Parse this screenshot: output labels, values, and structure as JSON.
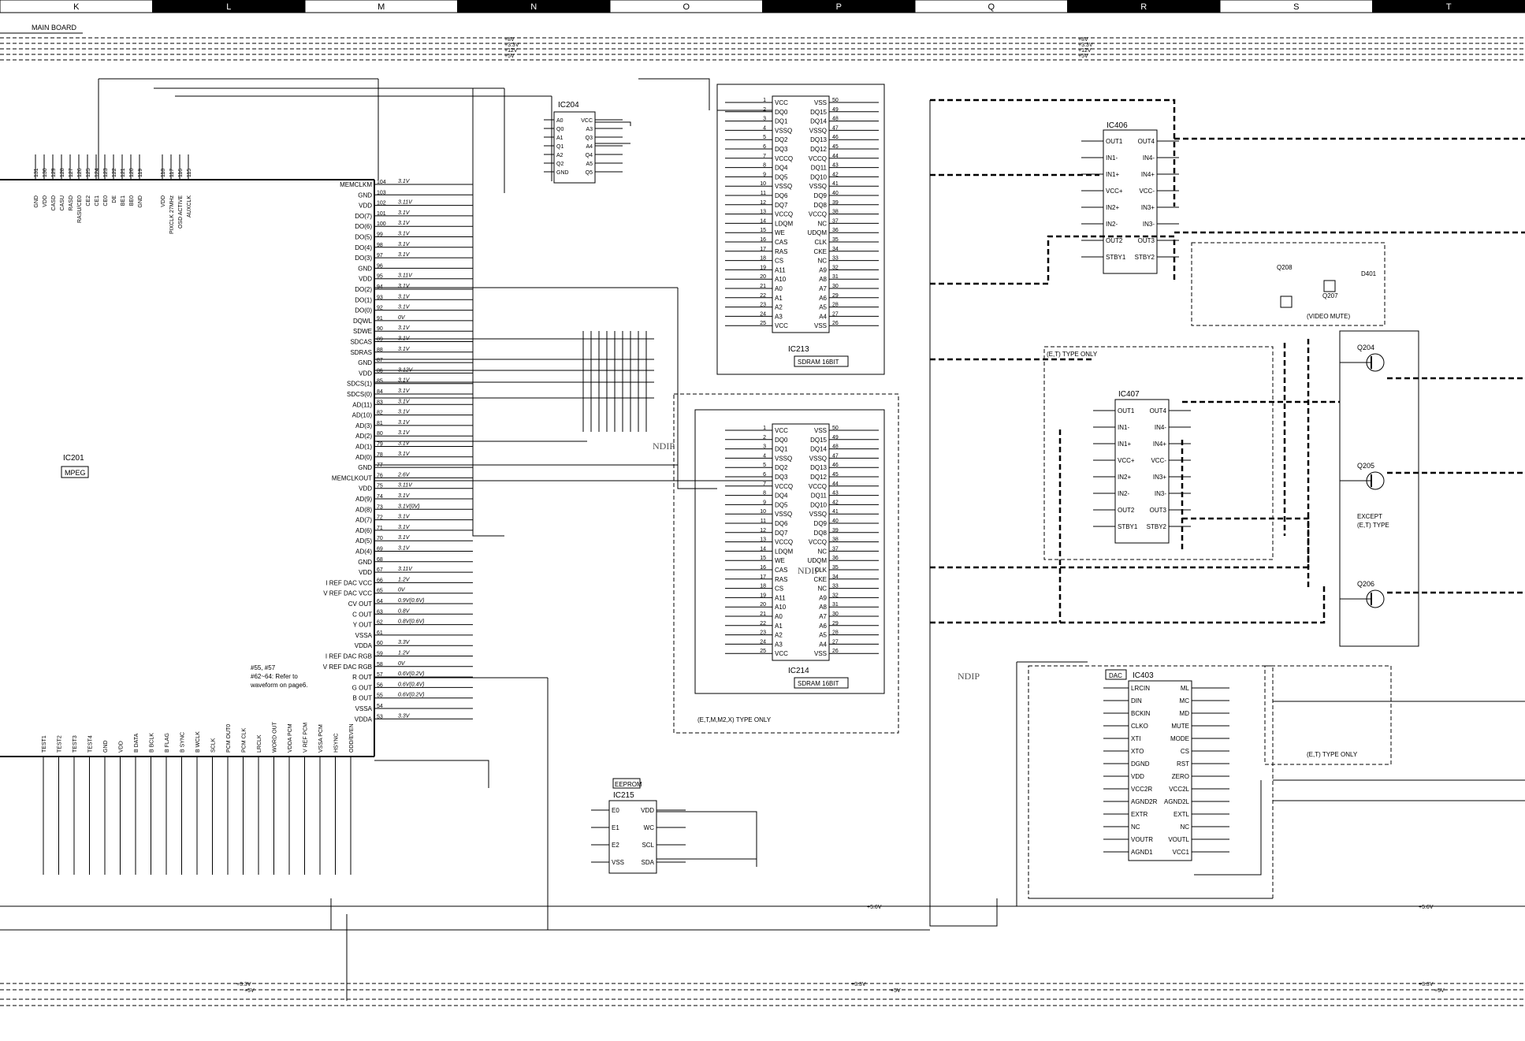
{
  "zones": [
    "K",
    "L",
    "M",
    "N",
    "O",
    "P",
    "Q",
    "R",
    "S",
    "T"
  ],
  "board_label": "MAIN BOARD",
  "rails": {
    "top": [
      "+8V",
      "+3.3V",
      "+12V",
      "+5V"
    ],
    "v56": "+5.6V",
    "v33": "+3.3V",
    "v5": "+5V"
  },
  "ic201": {
    "ref": "IC201",
    "type": "MPEG",
    "left_pins": [
      {
        "n": "131",
        "name": "GND"
      },
      {
        "n": "130",
        "name": "VDD"
      },
      {
        "n": "129",
        "name": "CASD"
      },
      {
        "n": "128",
        "name": "CASU"
      },
      {
        "n": "127",
        "name": "RASD"
      },
      {
        "n": "126",
        "name": "RASU/CE0"
      },
      {
        "n": "125",
        "name": "CE2"
      },
      {
        "n": "124",
        "name": "CE1"
      },
      {
        "n": "123",
        "name": "CE0"
      },
      {
        "n": "122",
        "name": "DE"
      },
      {
        "n": "121",
        "name": "BE1"
      },
      {
        "n": "120",
        "name": "BE0"
      },
      {
        "n": "119",
        "name": "GND"
      },
      {
        "n": "118",
        "name": "VDD"
      },
      {
        "n": "117",
        "name": "PIXCLK 27MHz"
      },
      {
        "n": "116",
        "name": "OSD ACTIVE"
      },
      {
        "n": "115",
        "name": "AUXCLK"
      }
    ],
    "right_pins": [
      {
        "n": "104",
        "name": "MEMCLKM",
        "v": "3.1V"
      },
      {
        "n": "103",
        "name": "GND",
        "v": ""
      },
      {
        "n": "102",
        "name": "VDD",
        "v": "3.11V"
      },
      {
        "n": "101",
        "name": "DO(7)",
        "v": "3.1V"
      },
      {
        "n": "100",
        "name": "DO(6)",
        "v": "3.1V"
      },
      {
        "n": "99",
        "name": "DO(5)",
        "v": "3.1V"
      },
      {
        "n": "98",
        "name": "DO(4)",
        "v": "3.1V"
      },
      {
        "n": "97",
        "name": "DO(3)",
        "v": "3.1V"
      },
      {
        "n": "96",
        "name": "GND",
        "v": ""
      },
      {
        "n": "95",
        "name": "VDD",
        "v": "3.11V"
      },
      {
        "n": "94",
        "name": "DO(2)",
        "v": "3.1V"
      },
      {
        "n": "93",
        "name": "DO(1)",
        "v": "3.1V"
      },
      {
        "n": "92",
        "name": "DO(0)",
        "v": "3.1V"
      },
      {
        "n": "91",
        "name": "DQWL",
        "v": "0V"
      },
      {
        "n": "90",
        "name": "SDWE",
        "v": "3.1V"
      },
      {
        "n": "89",
        "name": "SDCAS",
        "v": "3.1V"
      },
      {
        "n": "88",
        "name": "SDRAS",
        "v": "3.1V"
      },
      {
        "n": "87",
        "name": "GND",
        "v": ""
      },
      {
        "n": "86",
        "name": "VDD",
        "v": "3.12V"
      },
      {
        "n": "85",
        "name": "SDCS(1)",
        "v": "3.1V"
      },
      {
        "n": "84",
        "name": "SDCS(0)",
        "v": "3.1V"
      },
      {
        "n": "83",
        "name": "AD(11)",
        "v": "3.1V"
      },
      {
        "n": "82",
        "name": "AD(10)",
        "v": "3.1V"
      },
      {
        "n": "81",
        "name": "AD(3)",
        "v": "3.1V"
      },
      {
        "n": "80",
        "name": "AD(2)",
        "v": "3.1V"
      },
      {
        "n": "79",
        "name": "AD(1)",
        "v": "3.1V"
      },
      {
        "n": "78",
        "name": "AD(0)",
        "v": "3.1V"
      },
      {
        "n": "77",
        "name": "GND",
        "v": ""
      },
      {
        "n": "76",
        "name": "MEMCLKOUT",
        "v": "2.6V"
      },
      {
        "n": "75",
        "name": "VDD",
        "v": "3.11V"
      },
      {
        "n": "74",
        "name": "AD(9)",
        "v": "3.1V"
      },
      {
        "n": "73",
        "name": "AD(8)",
        "v": "3.1V(0V)"
      },
      {
        "n": "72",
        "name": "AD(7)",
        "v": "3.1V"
      },
      {
        "n": "71",
        "name": "AD(6)",
        "v": "3.1V"
      },
      {
        "n": "70",
        "name": "AD(5)",
        "v": "3.1V"
      },
      {
        "n": "69",
        "name": "AD(4)",
        "v": "3.1V"
      },
      {
        "n": "68",
        "name": "GND",
        "v": ""
      },
      {
        "n": "67",
        "name": "VDD",
        "v": "3.11V"
      },
      {
        "n": "66",
        "name": "I REF DAC VCC",
        "v": "1.2V"
      },
      {
        "n": "65",
        "name": "V REF DAC VCC",
        "v": "0V"
      },
      {
        "n": "64",
        "name": "CV OUT",
        "v": "0.9V(0.6V)"
      },
      {
        "n": "63",
        "name": "C OUT",
        "v": "0.8V"
      },
      {
        "n": "62",
        "name": "Y OUT",
        "v": "0.8V(0.6V)"
      },
      {
        "n": "61",
        "name": "VSSA",
        "v": ""
      },
      {
        "n": "60",
        "name": "VDDA",
        "v": "3.3V"
      },
      {
        "n": "59",
        "name": "I REF DAC RGB",
        "v": "1.2V"
      },
      {
        "n": "58",
        "name": "V REF DAC RGB",
        "v": "0V"
      },
      {
        "n": "57",
        "name": "R OUT",
        "v": "0.6V(0.2V)"
      },
      {
        "n": "56",
        "name": "G OUT",
        "v": "0.6V(0.4V)"
      },
      {
        "n": "55",
        "name": "B OUT",
        "v": "0.6V(0.2V)"
      },
      {
        "n": "54",
        "name": "VSSA",
        "v": ""
      },
      {
        "n": "53",
        "name": "VDDA",
        "v": "3.3V"
      }
    ],
    "bottom_pins": [
      "TEST1",
      "TEST2",
      "TEST3",
      "TEST4",
      "GND",
      "VDD",
      "B DATA",
      "B BCLK",
      "B FLAG",
      "B SYNC",
      "B WCLK",
      "SCLK",
      "PCM OUT0",
      "PCM CLK",
      "LRCLK",
      "WORD OUT",
      "VDDA PCM",
      "V REF PCM",
      "VSSA PCM",
      "HSYNC",
      "ODD/EVEN"
    ]
  },
  "ic204": {
    "ref": "IC204",
    "pins": [
      "VCC",
      "A3",
      "Q3",
      "A4",
      "Q4",
      "A5",
      "Q5",
      "A0",
      "Q0",
      "A1",
      "Q1",
      "A2",
      "Q2",
      "GND"
    ]
  },
  "ic213": {
    "ref": "IC213",
    "type": "SDRAM 16BIT"
  },
  "ic214": {
    "ref": "IC214",
    "type": "SDRAM 16BIT"
  },
  "sdram_left": [
    "VCC",
    "DQ0",
    "DQ1",
    "VSSQ",
    "DQ2",
    "DQ3",
    "VCCQ",
    "DQ4",
    "DQ5",
    "VSSQ",
    "DQ6",
    "DQ7",
    "VCCQ",
    "LDQM",
    "WE",
    "CAS",
    "RAS",
    "CS",
    "A11",
    "A10",
    "A0",
    "A1",
    "A2",
    "A3",
    "VCC"
  ],
  "sdram_right": [
    "VSS",
    "DQ15",
    "DQ14",
    "VSSQ",
    "DQ13",
    "DQ12",
    "VCCQ",
    "DQ11",
    "DQ10",
    "VSSQ",
    "DQ9",
    "DQ8",
    "VCCQ",
    "NC",
    "UDQM",
    "CLK",
    "CKE",
    "NC",
    "A9",
    "A8",
    "A7",
    "A6",
    "A5",
    "A4",
    "VSS"
  ],
  "ic215": {
    "ref": "IC215",
    "type": "EEPROM",
    "pins": [
      "E0",
      "E1",
      "E2",
      "VSS",
      "VDD",
      "WC",
      "SCL",
      "SDA"
    ]
  },
  "ic406": {
    "ref": "IC406",
    "pins": [
      "OUT1",
      "IN1-",
      "IN1+",
      "VCC+",
      "IN2+",
      "IN2-",
      "OUT2",
      "STBY1",
      "OUT4",
      "IN4-",
      "IN4+",
      "VCC-",
      "IN3+",
      "IN3-",
      "OUT3",
      "STBY2"
    ]
  },
  "ic407": {
    "ref": "IC407",
    "pins": [
      "OUT1",
      "IN1-",
      "IN1+",
      "VCC+",
      "IN2+",
      "IN2-",
      "OUT2",
      "STBY1",
      "OUT4",
      "IN4-",
      "IN4+",
      "VCC-",
      "IN3+",
      "IN3-",
      "OUT3",
      "STBY2"
    ]
  },
  "ic403": {
    "ref": "IC403",
    "type": "DAC",
    "left_pins": [
      "LRCIN",
      "DIN",
      "BCKIN",
      "CLKO",
      "XTI",
      "XTO",
      "DGND",
      "VDD",
      "VCC2R",
      "AGND2R",
      "EXTR",
      "NC",
      "VOUTR",
      "AGND1"
    ],
    "right_pins": [
      "ML",
      "MC",
      "MD",
      "MUTE",
      "MODE",
      "CS",
      "RST",
      "ZERO",
      "VCC2L",
      "AGND2L",
      "EXTL",
      "NC",
      "VOUTL",
      "VCC1"
    ]
  },
  "transistors": [
    "Q204",
    "Q205",
    "Q206",
    "Q207",
    "Q208"
  ],
  "diode": "D401",
  "notes": {
    "waveform": "#55, #57\n#62~64: Refer to\nwaveform on page6.",
    "ndip": "NDIP",
    "et_only": "(E,T) TYPE ONLY",
    "except_et": "EXCEPT\n(E,T) TYPE",
    "etm_only": "(E,T,M,M2,X) TYPE ONLY",
    "video_mute": "(VIDEO MUTE)"
  },
  "colors": {
    "ink": "#000000",
    "paper": "#ffffff",
    "header": "#000000"
  }
}
